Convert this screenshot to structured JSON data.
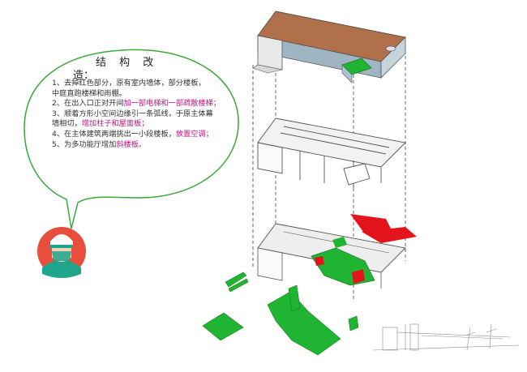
{
  "note": {
    "title_a": "结 构 改",
    "title_b": "造：",
    "items": [
      {
        "n": "1",
        "plain": "、去掉红色部分，原有室内墙体，部分楼板，",
        "hl": ""
      },
      {
        "n": "",
        "plain": "中庭直跑楼梯和雨棚。",
        "hl": ""
      },
      {
        "n": "2",
        "plain": "、在出入口正对开间",
        "hl": "加一部电梯和一部疏散楼梯；"
      },
      {
        "n": "3",
        "plain": "、顺着方形小空间边缘引一条弧线，于原主体幕",
        "hl": ""
      },
      {
        "n": "",
        "plain": "墙相切，",
        "hl": "增加柱子和屋面板；"
      },
      {
        "n": "4",
        "plain": "、在主体建筑两端挑出一小段楼板，",
        "hl": "放置空调；"
      },
      {
        "n": "5",
        "plain": "、为多功能厅增加",
        "hl": "斜楼板。"
      }
    ]
  },
  "colors": {
    "bubble_stroke": "#3aa83a",
    "avatar_bg": "#e94e3c",
    "highlight": "#c0167f",
    "added_green": "#1fb533",
    "removed_red": "#e4141b",
    "roof_brown": "#b0704a"
  },
  "icons": {
    "avatar": "doctor-avatar-icon"
  }
}
